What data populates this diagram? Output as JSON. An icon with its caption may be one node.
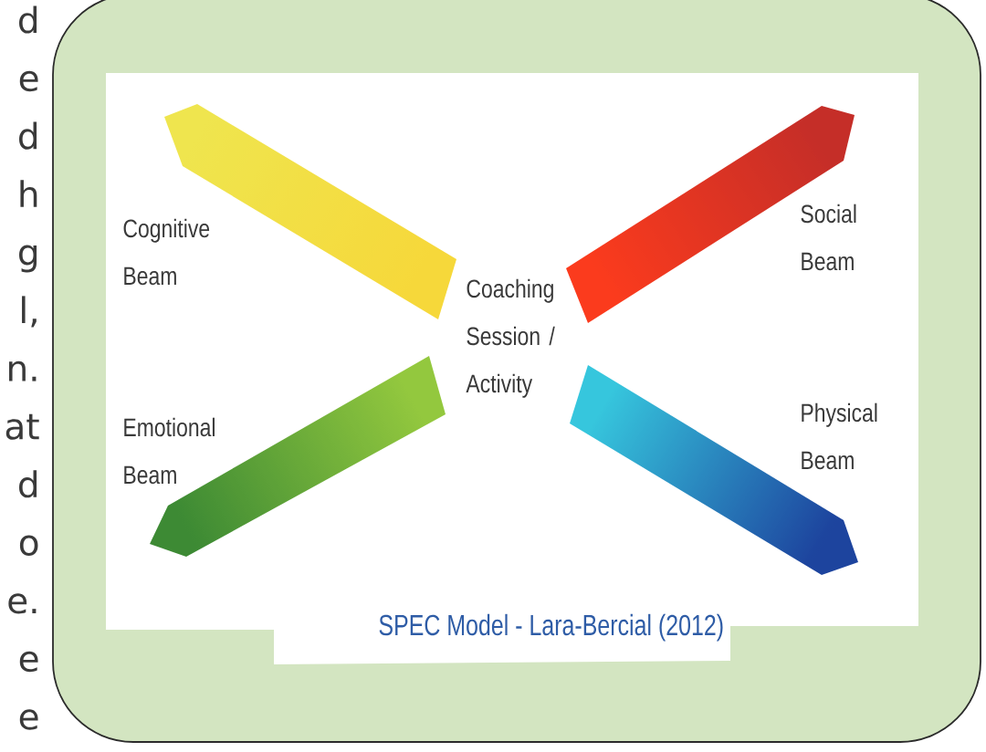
{
  "diagram": {
    "caption": "SPEC Model - Lara-Bercial (2012)",
    "nodes": [
      {
        "text": [
          "Cognitive Beam"
        ]
      },
      {
        "text": [
          "Social Beam"
        ]
      },
      {
        "text": [
          "Emotional Beam"
        ]
      },
      {
        "text": [
          "Physical Beam"
        ]
      }
    ],
    "labels": [
      "d",
      "e",
      "d",
      "h",
      "g",
      "l,",
      "n.",
      "at",
      "d",
      "o",
      "e.",
      "e",
      "e",
      "Coaching Session / Activity"
    ]
  }
}
